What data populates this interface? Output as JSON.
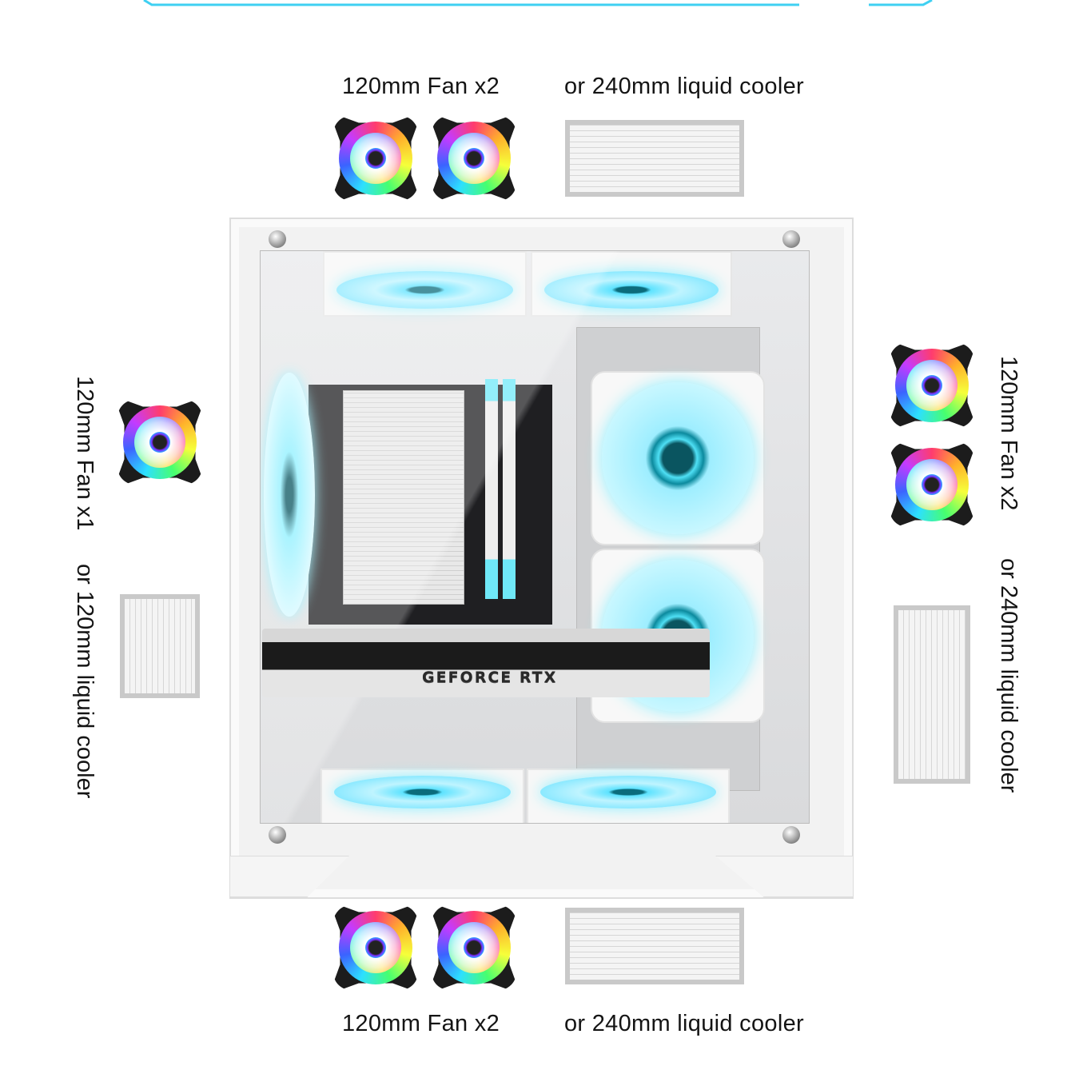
{
  "top": {
    "fan_label": "120mm Fan  x2",
    "cooler_label": "or 240mm liquid cooler"
  },
  "left": {
    "fan_label": "120mm Fan x1",
    "cooler_label": "or 120mm liquid cooler"
  },
  "right": {
    "fan_label": "120mm Fan x2",
    "cooler_label": "or 240mm liquid cooler"
  },
  "bottom": {
    "fan_label": "120mm Fan  x2",
    "cooler_label": "or 240mm liquid cooler"
  },
  "gpu": {
    "brand_text": "GEFORCE RTX"
  },
  "colors": {
    "accent": "#3fd0f2",
    "fan_glow": "#8ef0ff"
  }
}
